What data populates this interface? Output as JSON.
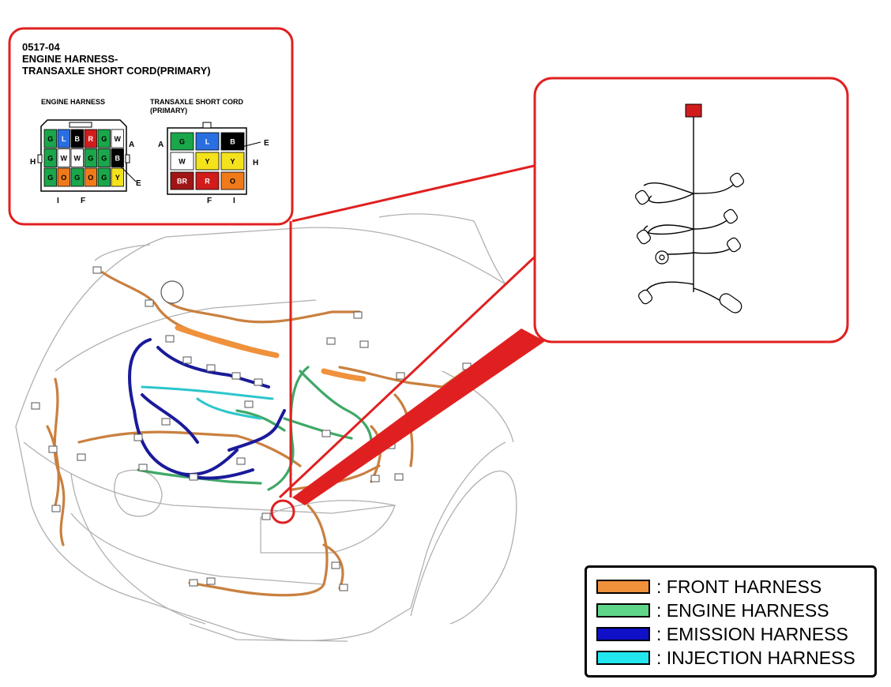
{
  "inset": {
    "code": "0517-04",
    "title_line1": "ENGINE HARNESS-",
    "title_line2": "TRANSAXLE SHORT CORD(PRIMARY)",
    "left_connector_label": "ENGINE HARNESS",
    "right_connector_label_line1": "TRANSAXLE SHORT CORD",
    "right_connector_label_line2": "(PRIMARY)"
  },
  "left_connector": {
    "rows": [
      [
        {
          "t": "G",
          "c": "#1aa64a"
        },
        {
          "t": "L",
          "c": "#2a6fe0"
        },
        {
          "t": "B",
          "c": "#000000"
        },
        {
          "t": "R",
          "c": "#d21c1c"
        },
        {
          "t": "G",
          "c": "#1aa64a"
        },
        {
          "t": "W",
          "c": "#ffffff"
        }
      ],
      [
        {
          "t": "G",
          "c": "#1aa64a"
        },
        {
          "t": "W",
          "c": "#ffffff"
        },
        {
          "t": "W",
          "c": "#ffffff"
        },
        {
          "t": "G",
          "c": "#1aa64a"
        },
        {
          "t": "G",
          "c": "#1aa64a"
        },
        {
          "t": "B",
          "c": "#000000"
        }
      ],
      [
        {
          "t": "G",
          "c": "#1aa64a"
        },
        {
          "t": "O",
          "c": "#f07a1a"
        },
        {
          "t": "G",
          "c": "#1aa64a"
        },
        {
          "t": "O",
          "c": "#f07a1a"
        },
        {
          "t": "G",
          "c": "#1aa64a"
        },
        {
          "t": "Y",
          "c": "#f4e21c"
        }
      ]
    ],
    "pin_labels": {
      "A": "A",
      "H": "H",
      "E": "E",
      "I": "I",
      "F": "F"
    }
  },
  "right_connector": {
    "rows": [
      [
        {
          "t": "G",
          "c": "#1aa64a"
        },
        {
          "t": "L",
          "c": "#2a6fe0"
        },
        {
          "t": "B",
          "c": "#000000"
        }
      ],
      [
        {
          "t": "W",
          "c": "#ffffff"
        },
        {
          "t": "Y",
          "c": "#f4e21c"
        },
        {
          "t": "Y",
          "c": "#f4e21c"
        }
      ],
      [
        {
          "t": "BR",
          "c": "#a01616"
        },
        {
          "t": "R",
          "c": "#d21c1c"
        },
        {
          "t": "O",
          "c": "#f07a1a"
        }
      ]
    ],
    "pin_labels": {
      "A": "A",
      "E": "E",
      "H": "H",
      "F": "F",
      "I": "I"
    }
  },
  "legend": {
    "items": [
      {
        "label": ": FRONT HARNESS",
        "color": "#f0913c"
      },
      {
        "label": ": ENGINE HARNESS",
        "color": "#5fd58a"
      },
      {
        "label": ": EMISSION HARNESS",
        "color": "#1010c8"
      },
      {
        "label": ": INJECTION HARNESS",
        "color": "#22e6ee"
      }
    ]
  },
  "colors": {
    "callout_red": "#e02020",
    "front_harness": "#c9803f",
    "engine_harness": "#3fa867",
    "emission_harness": "#1a1a9a",
    "injection_harness": "#2cc6cc",
    "outline": "#b8b8b8"
  }
}
